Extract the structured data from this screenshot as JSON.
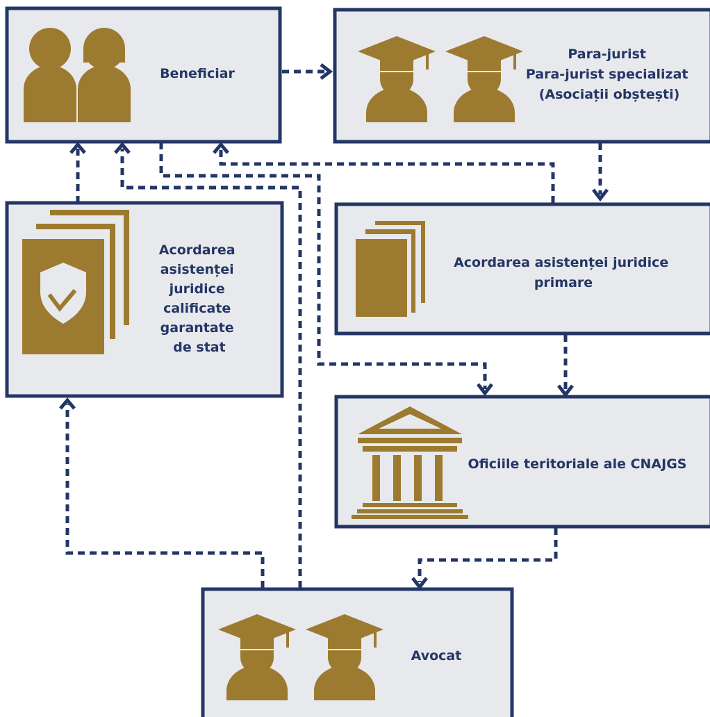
{
  "colors": {
    "navy": "#233666",
    "gold": "#9c7a30",
    "box_fill": "#e8e9ec"
  },
  "nodes": {
    "beneficiar": {
      "lines": [
        "Beneficiar"
      ],
      "icon": "two-people-icon"
    },
    "para_jurist": {
      "lines": [
        "Para-jurist",
        "Para-jurist specializat",
        "(Asociații obștești)"
      ],
      "icon": "two-graduates-icon"
    },
    "asistenta_calificata": {
      "lines": [
        "Acordarea",
        "asistenței",
        "juridice",
        "calificate",
        "garantate",
        "de stat"
      ],
      "icon": "shield-document-icon"
    },
    "asistenta_primara": {
      "lines": [
        "Acordarea asistenței juridice",
        "primare"
      ],
      "icon": "documents-stack-icon"
    },
    "oficiile": {
      "lines": [
        "Oficiile teritoriale ale CNAJGS"
      ],
      "icon": "courthouse-icon"
    },
    "avocat": {
      "lines": [
        "Avocat"
      ],
      "icon": "two-graduates-icon"
    }
  },
  "edges": [
    {
      "from": "beneficiar",
      "to": "para_jurist"
    },
    {
      "from": "para_jurist",
      "to": "asistenta_primara"
    },
    {
      "from": "asistenta_primara",
      "to": "oficiile"
    },
    {
      "from": "beneficiar",
      "to": "oficiile"
    },
    {
      "from": "asistenta_primara",
      "to": "beneficiar"
    },
    {
      "from": "asistenta_calificata",
      "to": "beneficiar"
    },
    {
      "from": "avocat",
      "to": "beneficiar"
    },
    {
      "from": "oficiile",
      "to": "avocat"
    },
    {
      "from": "avocat",
      "to": "asistenta_calificata"
    }
  ]
}
